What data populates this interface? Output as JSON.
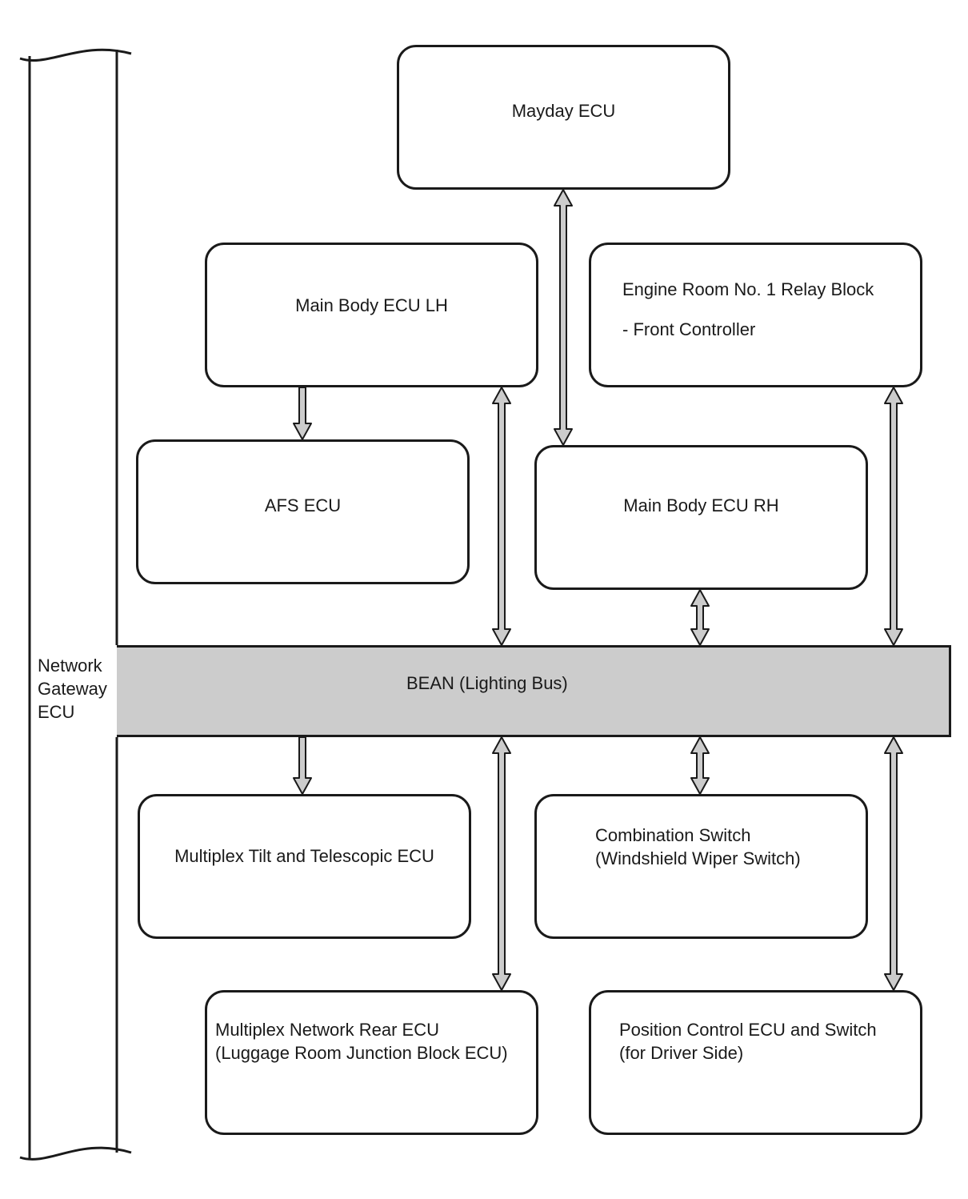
{
  "gateway": {
    "line1": "Network",
    "line2": "Gateway",
    "line3": "ECU"
  },
  "bus": {
    "label": "BEAN (Lighting Bus)"
  },
  "ecus": {
    "mayday": "Mayday ECU",
    "main_body_lh": "Main Body ECU LH",
    "engine_room": {
      "line1": "Engine Room No. 1 Relay Block",
      "line2": "- Front Controller"
    },
    "afs": "AFS ECU",
    "main_body_rh": "Main Body ECU RH",
    "tilt_telescopic": "Multiplex Tilt and Telescopic ECU",
    "combination_switch": {
      "line1": "Combination Switch",
      "line2": "(Windshield Wiper Switch)"
    },
    "rear_ecu": {
      "line1": "Multiplex Network Rear ECU",
      "line2": "(Luggage Room Junction Block ECU)"
    },
    "position_control": {
      "line1": "Position Control ECU and Switch",
      "line2": "(for Driver Side)"
    }
  },
  "colors": {
    "bus_fill": "#cccccc",
    "arrow_fill": "#cccccc",
    "stroke": "#1a1a1a"
  },
  "connections": [
    {
      "from": "main_body_lh",
      "to": "afs",
      "direction": "one-way"
    },
    {
      "from": "main_body_lh",
      "to": "bus",
      "direction": "two-way"
    },
    {
      "from": "mayday",
      "to": "main_body_rh",
      "direction": "two-way"
    },
    {
      "from": "main_body_rh",
      "to": "bus",
      "direction": "two-way"
    },
    {
      "from": "engine_room",
      "to": "bus",
      "direction": "two-way"
    },
    {
      "from": "bus",
      "to": "tilt_telescopic",
      "direction": "one-way"
    },
    {
      "from": "bus",
      "to": "rear_ecu",
      "direction": "two-way"
    },
    {
      "from": "bus",
      "to": "combination_switch",
      "direction": "two-way"
    },
    {
      "from": "bus",
      "to": "position_control",
      "direction": "two-way"
    }
  ]
}
